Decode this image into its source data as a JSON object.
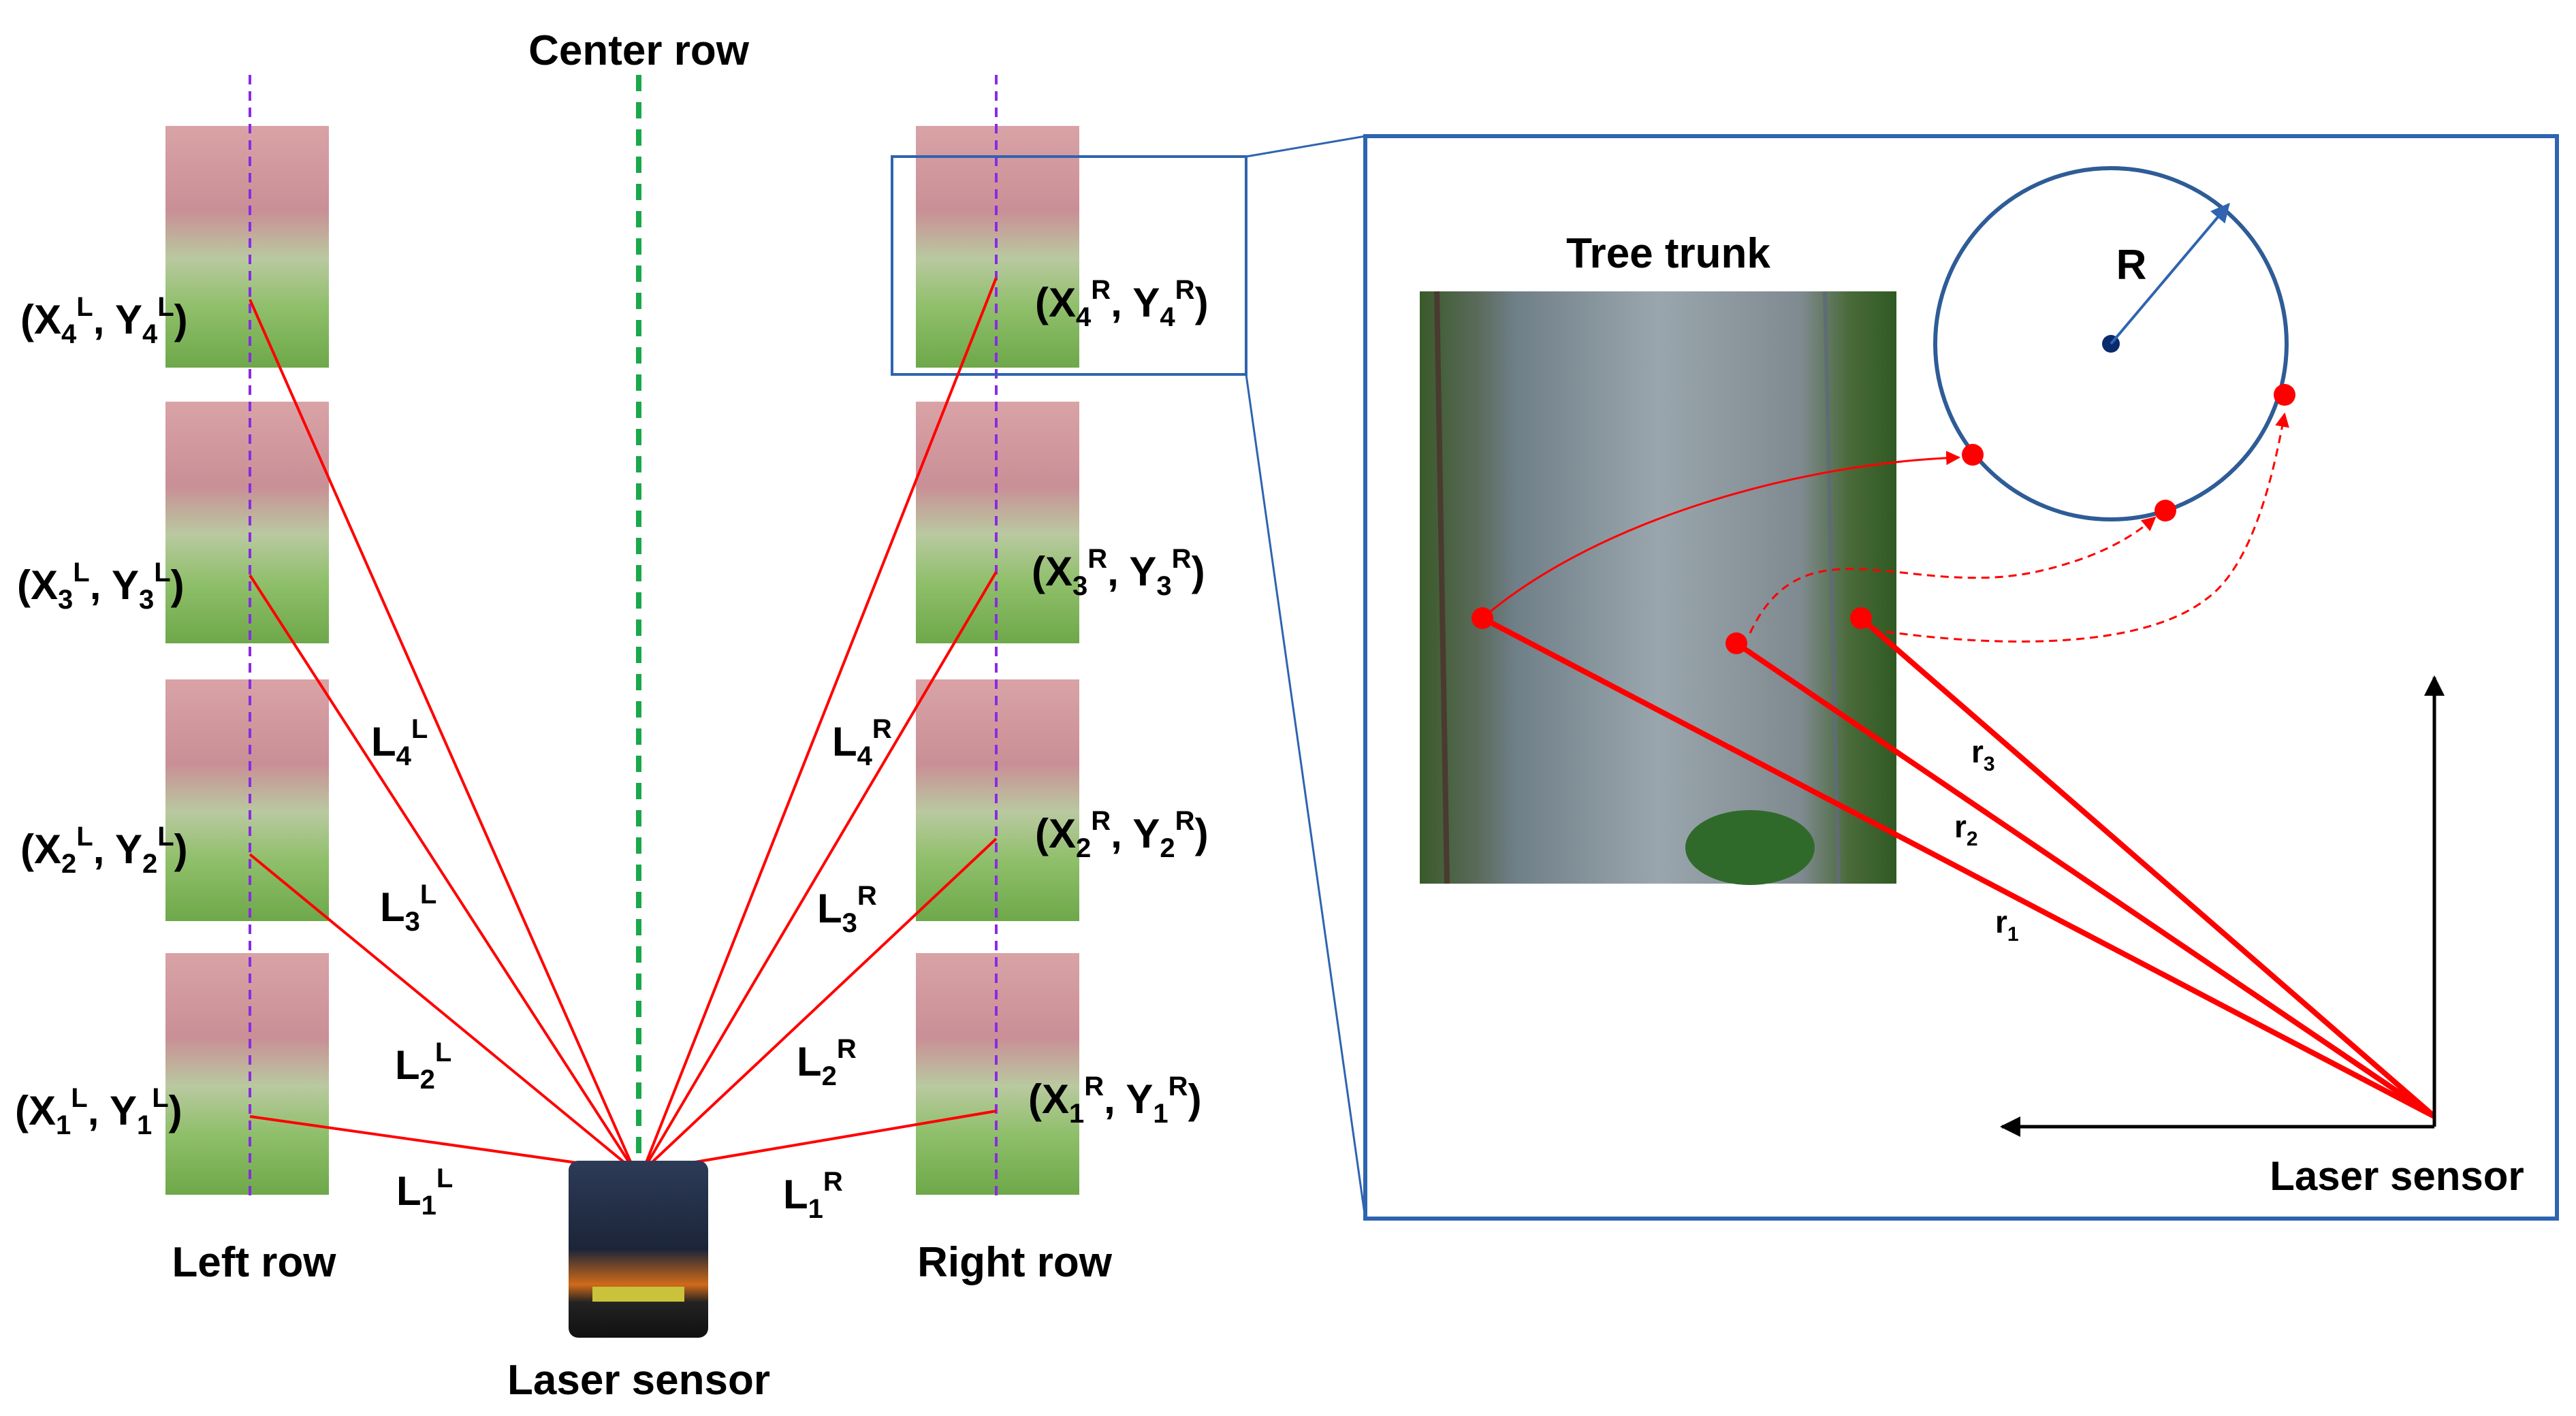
{
  "labels": {
    "center_row": "Center row",
    "left_row": "Left row",
    "right_row": "Right row",
    "laser_sensor": "Laser sensor",
    "tree_trunk": "Tree trunk",
    "radius": "R",
    "laser_sensor_detail": "Laser sensor"
  },
  "left_points": [
    {
      "x": "X",
      "y": "Y",
      "idx": "4",
      "side": "L"
    },
    {
      "x": "X",
      "y": "Y",
      "idx": "3",
      "side": "L"
    },
    {
      "x": "X",
      "y": "Y",
      "idx": "2",
      "side": "L"
    },
    {
      "x": "X",
      "y": "Y",
      "idx": "1",
      "side": "L"
    }
  ],
  "right_points": [
    {
      "x": "X",
      "y": "Y",
      "idx": "4",
      "side": "R"
    },
    {
      "x": "X",
      "y": "Y",
      "idx": "3",
      "side": "R"
    },
    {
      "x": "X",
      "y": "Y",
      "idx": "2",
      "side": "R"
    },
    {
      "x": "X",
      "y": "Y",
      "idx": "1",
      "side": "R"
    }
  ],
  "left_distances": [
    {
      "base": "L",
      "idx": "4",
      "side": "L"
    },
    {
      "base": "L",
      "idx": "3",
      "side": "L"
    },
    {
      "base": "L",
      "idx": "2",
      "side": "L"
    },
    {
      "base": "L",
      "idx": "1",
      "side": "L"
    }
  ],
  "right_distances": [
    {
      "base": "L",
      "idx": "4",
      "side": "R"
    },
    {
      "base": "L",
      "idx": "3",
      "side": "R"
    },
    {
      "base": "L",
      "idx": "2",
      "side": "R"
    },
    {
      "base": "L",
      "idx": "1",
      "side": "R"
    }
  ],
  "ranges": [
    {
      "base": "r",
      "idx": "3"
    },
    {
      "base": "r",
      "idx": "2"
    },
    {
      "base": "r",
      "idx": "1"
    }
  ],
  "colors": {
    "laser_line": "#ff0000",
    "center_line": "#1aa84a",
    "tree_axis": "#8a2be2",
    "frame": "#2e64b0",
    "circle": "#2e5c96",
    "center_dot": "#0a2a6e"
  }
}
